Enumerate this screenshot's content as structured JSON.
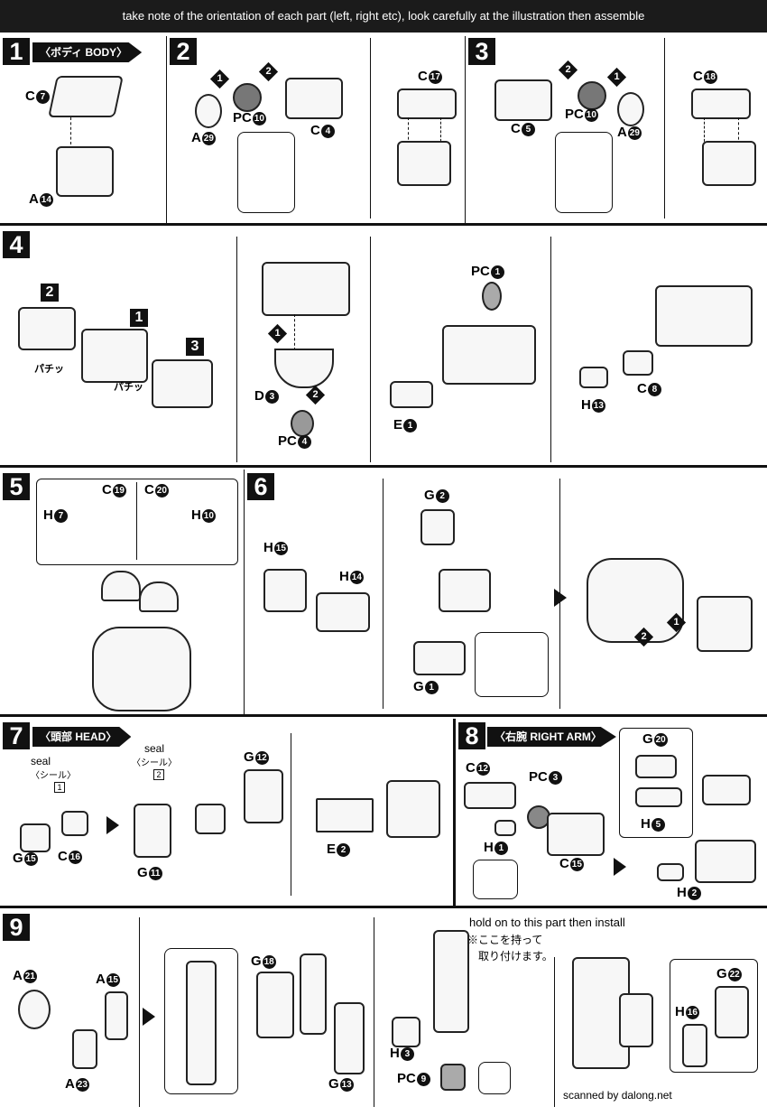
{
  "header": {
    "instruction": "take note of the orientation of each part (left, right etc), look carefully at the illustration then assemble"
  },
  "steps": {
    "s1": {
      "number": "1",
      "title": "〈ボディ BODY〉",
      "parts": [
        "C",
        "A"
      ],
      "ids": [
        "7",
        "14"
      ]
    },
    "s2": {
      "number": "2",
      "order1": "1",
      "order2": "2",
      "parts": [
        "A",
        "PC",
        "C",
        "C"
      ],
      "ids": [
        "29",
        "10",
        "4",
        "17"
      ]
    },
    "s3": {
      "number": "3",
      "order1": "2",
      "order2": "1",
      "parts": [
        "C",
        "PC",
        "A",
        "C"
      ],
      "ids": [
        "5",
        "10",
        "29",
        "18"
      ]
    },
    "s4": {
      "number": "4",
      "sub": [
        "2",
        "1",
        "3"
      ],
      "snap": "パチッ",
      "order1": "1",
      "order2": "2",
      "parts": [
        "D",
        "PC",
        "PC",
        "E",
        "H",
        "C"
      ],
      "ids": [
        "3",
        "4",
        "1",
        "1",
        "13",
        "8"
      ]
    },
    "s5": {
      "number": "5",
      "parts": [
        "C",
        "C",
        "H",
        "H"
      ],
      "ids": [
        "19",
        "20",
        "7",
        "10"
      ]
    },
    "s6": {
      "number": "6",
      "parts": [
        "H",
        "H",
        "G",
        "G"
      ],
      "ids": [
        "15",
        "14",
        "2",
        "1"
      ],
      "order1": "1",
      "order2": "2"
    },
    "s7": {
      "number": "7",
      "title": "〈頭部 HEAD〉",
      "seal": "seal",
      "seal_jp": "〈シール〉",
      "seal1": "1",
      "seal2": "2",
      "parts": [
        "G",
        "C",
        "G",
        "G",
        "E"
      ],
      "ids": [
        "15",
        "16",
        "11",
        "12",
        "2"
      ]
    },
    "s8": {
      "number": "8",
      "title": "〈右腕 RIGHT ARM〉",
      "parts": [
        "C",
        "PC",
        "H",
        "C",
        "G",
        "H",
        "H"
      ],
      "ids": [
        "12",
        "3",
        "1",
        "15",
        "20",
        "5",
        "2"
      ]
    },
    "s9": {
      "number": "9",
      "parts": [
        "A",
        "A",
        "A",
        "G",
        "G",
        "H",
        "PC",
        "G",
        "H"
      ],
      "ids": [
        "21",
        "15",
        "23",
        "18",
        "13",
        "3",
        "9",
        "22",
        "16"
      ],
      "hold_en": "hold on to this part then install",
      "hold_jp1": "※ここを持って",
      "hold_jp2": "取り付けます。"
    }
  },
  "credit": "scanned by dalong.net"
}
